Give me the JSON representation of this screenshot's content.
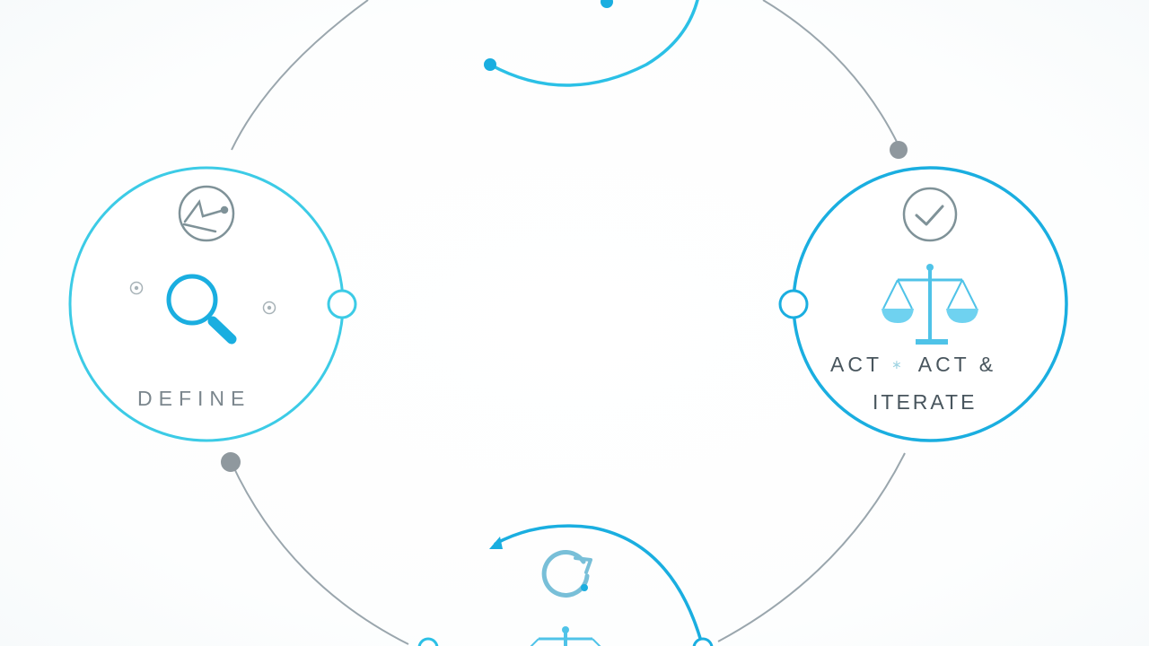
{
  "nodes": {
    "define": {
      "label": "DEFINE"
    },
    "act": {
      "label_part1": "ACT",
      "separator": "∗",
      "label_part2": "ACT &",
      "label_line2": "ITERATE"
    }
  },
  "colors": {
    "accent_cyan": "#3ccbe6",
    "accent_blue": "#1aaee0",
    "connector_gray": "#9aa6ad",
    "dot_gray": "#8f989e",
    "icon_gray": "#7f9298",
    "text_gray": "#5d6a72"
  },
  "icons": {
    "define_top": "compass-dial-icon",
    "define_main": "magnifier-icon",
    "act_top": "checkmark-icon",
    "act_main": "balance-scale-icon",
    "bottom_top": "refresh-icon",
    "bottom_main": "balance-scale-icon"
  }
}
